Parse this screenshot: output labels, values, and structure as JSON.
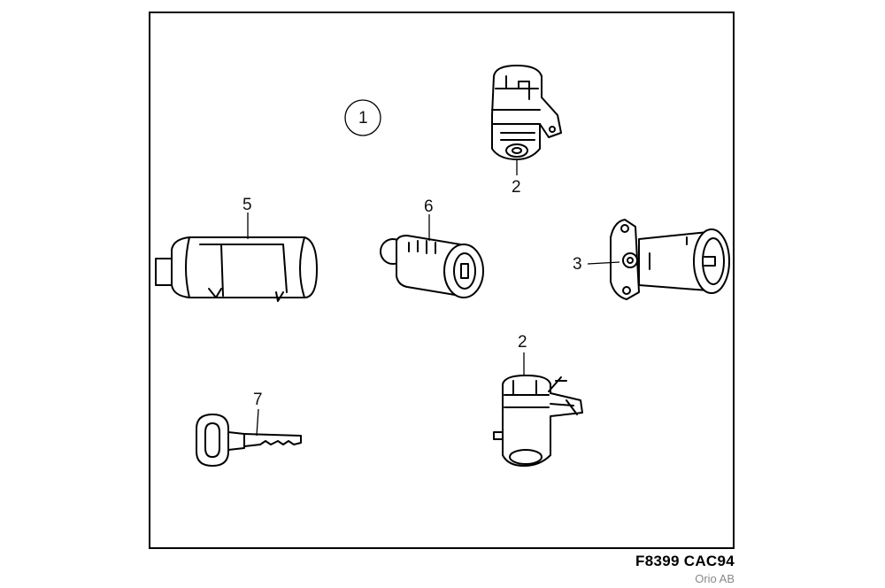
{
  "diagram": {
    "callouts": {
      "c1": "1",
      "c2_top": "2",
      "c2_bottom": "2",
      "c3": "3",
      "c5": "5",
      "c6": "6",
      "c7": "7"
    },
    "footer": {
      "code": "F8399 CAC94",
      "credit": "Orio AB"
    }
  }
}
